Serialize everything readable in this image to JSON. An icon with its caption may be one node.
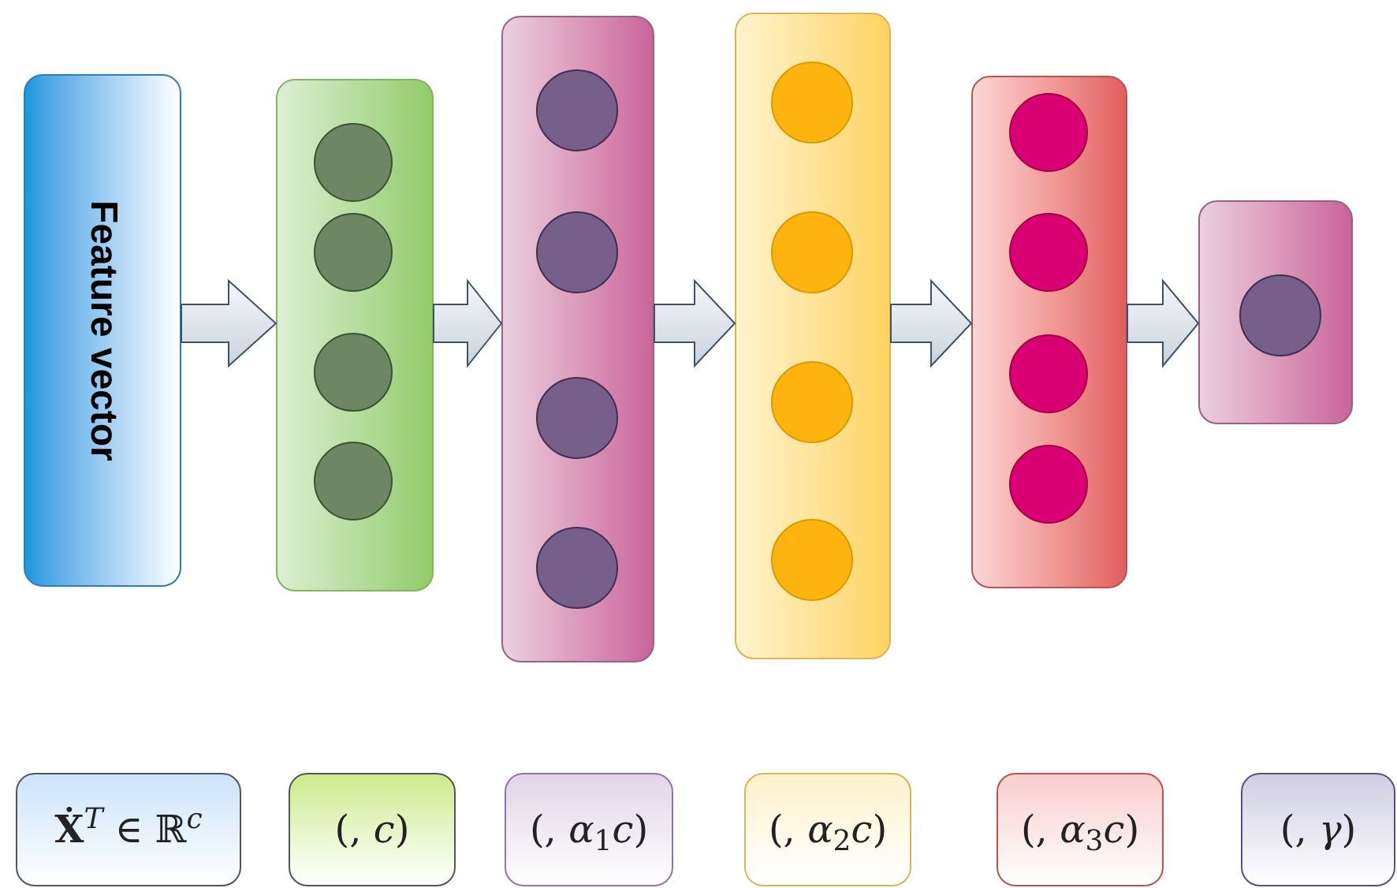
{
  "diagram": {
    "nodes": [
      {
        "text": [
          "Feature vector"
        ]
      },
      {
        "text": [],
        "shape": "box"
      },
      {
        "text": [],
        "shape": "circle",
        "in": 1
      },
      {
        "text": [],
        "shape": "circle",
        "in": 1
      },
      {
        "text": [],
        "shape": "circle",
        "in": 1
      },
      {
        "text": [],
        "shape": "circle",
        "in": 1
      },
      {
        "text": [],
        "shape": "box"
      },
      {
        "text": [],
        "shape": "circle",
        "in": 6
      },
      {
        "text": [],
        "shape": "circle",
        "in": 6
      },
      {
        "text": [],
        "shape": "circle",
        "in": 6
      },
      {
        "text": [],
        "shape": "circle",
        "in": 6
      },
      {
        "text": [],
        "shape": "box"
      },
      {
        "text": [],
        "shape": "circle",
        "in": 11
      },
      {
        "text": [],
        "shape": "circle",
        "in": 11
      },
      {
        "text": [],
        "shape": "circle",
        "in": 11
      },
      {
        "text": [],
        "shape": "circle",
        "in": 11
      },
      {
        "text": [],
        "shape": "box"
      },
      {
        "text": [],
        "shape": "circle",
        "in": 16
      },
      {
        "text": [],
        "shape": "circle",
        "in": 16
      },
      {
        "text": [],
        "shape": "circle",
        "in": 16
      },
      {
        "text": [],
        "shape": "circle",
        "in": 16
      },
      {
        "text": [],
        "shape": "box"
      },
      {
        "text": [],
        "shape": "circle",
        "in": 21
      },
      {
        "text": [
          "**Ẋ**$^{T}$ ∈ ℝ$^{c}$"
        ]
      },
      {
        "text": [
          "(, *c*)"
        ]
      },
      {
        "text": [
          "(, *α*$_{1}$*c*)"
        ]
      },
      {
        "text": [
          "(, *α*$_{2}$*c*)"
        ]
      },
      {
        "text": [
          "(, *α*$_{3}$*c*)"
        ]
      },
      {
        "text": [
          "(, *γ*)"
        ]
      }
    ],
    "edges": [
      {
        "from": 0,
        "to": 1,
        "arrow": "to"
      },
      {
        "from": 1,
        "to": 6,
        "arrow": "to"
      },
      {
        "from": 6,
        "to": 11,
        "arrow": "to"
      },
      {
        "from": 11,
        "to": 16,
        "arrow": "to"
      },
      {
        "from": 16,
        "to": 21,
        "arrow": "to"
      }
    ]
  }
}
